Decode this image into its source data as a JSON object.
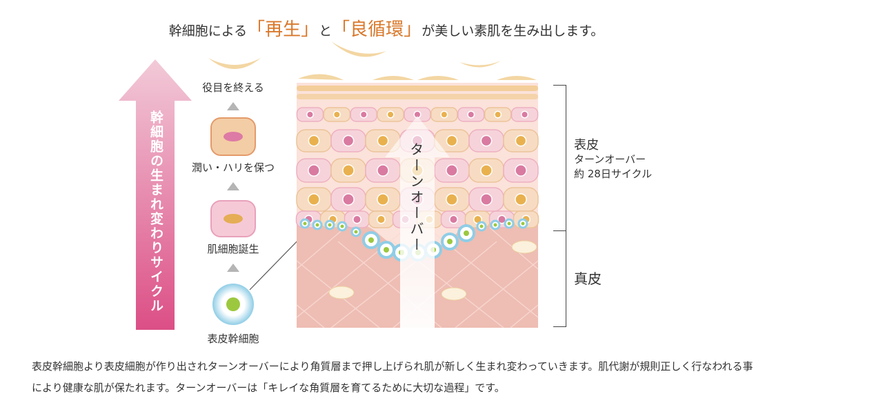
{
  "headline": {
    "pre": "幹細胞による",
    "em1": "「再生」",
    "mid": "と",
    "em2": "「良循環」",
    "post": "が美しい素肌を生み出します。"
  },
  "cycle_arrow_label": "幹細胞の生まれ変わりサイクル",
  "stages": [
    {
      "label": "役目を終える"
    },
    {
      "label": "潤い・ハリを保つ"
    },
    {
      "label": "肌細胞誕生"
    },
    {
      "label": "表皮幹細胞"
    }
  ],
  "turnover_arrow_label": "ターンオーバー",
  "epidermis": {
    "title": "表皮",
    "line1": "ターンオーバー",
    "line2": "約 28日サイクル"
  },
  "dermis": {
    "title": "真皮"
  },
  "description": "表皮幹細胞より表皮細胞が作り出されターンオーバーにより角質層まで押し上げられ肌が新しく生まれ変わっていきます。肌代謝が規則正しく行なわれる事により健康な肌が保たれます。ターンオーバーは「キレイな角質層を育てるために大切な過程」です。",
  "colors": {
    "accent_orange": "#d9782b",
    "arrow_pink_top": "#f2cad8",
    "arrow_pink_bottom": "#dc4f86",
    "skin_pink": "#f4ccc6",
    "dermis_pink": "#eebdb3",
    "cell_yellow": "#e9b14e",
    "cell_magenta": "#d97aa1",
    "stem_blue": "#9ed4ea",
    "stem_green": "#9cc83f"
  }
}
